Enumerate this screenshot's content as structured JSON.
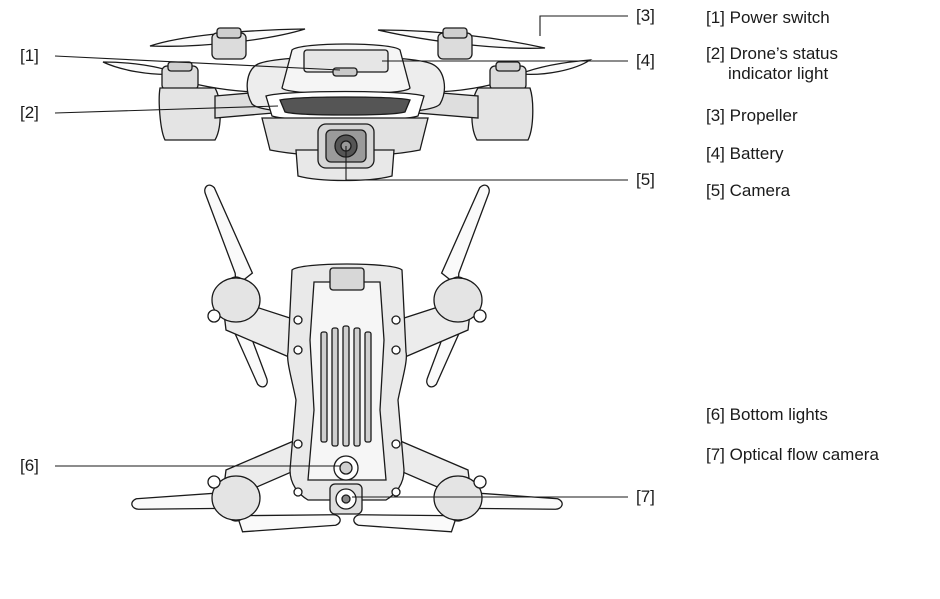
{
  "callouts": [
    {
      "label": "[1]"
    },
    {
      "label": "[2]"
    },
    {
      "label": "[3]"
    },
    {
      "label": "[4]"
    },
    {
      "label": "[5]"
    },
    {
      "label": "[6]"
    },
    {
      "label": "[7]"
    }
  ],
  "legend_top": [
    {
      "text": "[1] Power switch"
    },
    {
      "text": "[2] Drone’s status",
      "text2": "indicator light"
    },
    {
      "text": "[3] Propeller"
    },
    {
      "text": "[4] Battery"
    },
    {
      "text": "[5] Camera"
    }
  ],
  "legend_bottom": [
    {
      "text": "[6] Bottom lights"
    },
    {
      "text": "[7] Optical flow camera"
    }
  ],
  "colors": {
    "line": "#1a1a1a",
    "body": "#e9e9e9",
    "dark": "#bdbdbd",
    "white": "#ffffff"
  }
}
